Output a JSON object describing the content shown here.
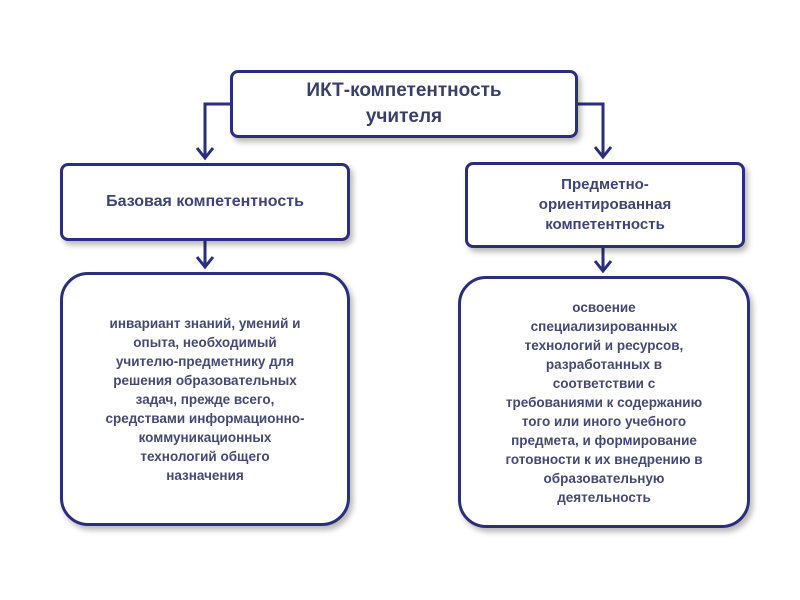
{
  "diagram": {
    "root": {
      "text": "ИКТ-компетентность\nучителя"
    },
    "branches": [
      {
        "heading": "Базовая компетентность",
        "description": "инвариант знаний, умений и\nопыта, необходимый\nучителю-предметнику для\nрешения образовательных\nзадач, прежде всего,\nсредствами информационно-\nкоммуникационных\nтехнологий общего\nназначения"
      },
      {
        "heading": "Предметно-\nориентированная\nкомпетентность",
        "description": "освоение\nспециализированных\nтехнологий и ресурсов,\nразработанных в\nсоответствии с\nтребованиями к содержанию\nтого или иного учебного\nпредмета, и  формирование\nготовности к их внедрению в\nобразовательную\nдеятельность"
      }
    ],
    "colors": {
      "border": "#2b2e7a",
      "text": "#3a3f66",
      "background": "#ffffff"
    }
  }
}
